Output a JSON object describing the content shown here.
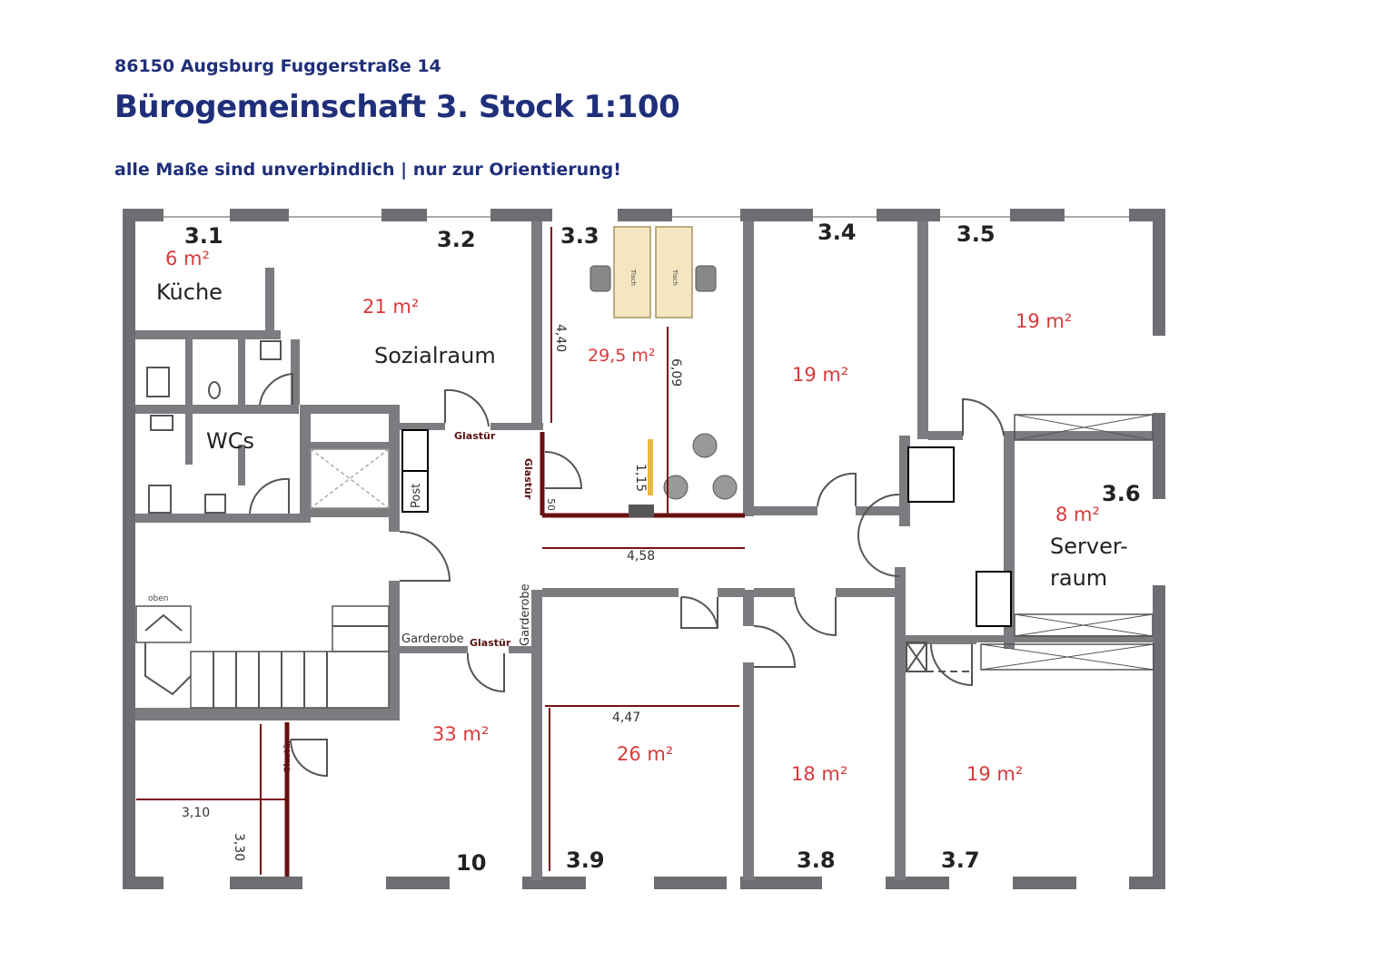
{
  "header": {
    "address": "86150 Augsburg Fuggerstraße 14",
    "title": "Bürogemeinschaft 3. Stock  1:100",
    "note": "alle Maße sind unverbindlich | nur zur Orientierung!"
  },
  "rooms": {
    "r31": {
      "label": "3.1",
      "area": "6 m²",
      "name": "Küche"
    },
    "r32": {
      "label": "3.2",
      "area": "21 m²",
      "name": "Sozialraum"
    },
    "r33": {
      "label": "3.3",
      "area": "29,5 m²"
    },
    "r34": {
      "label": "3.4",
      "area": "19 m²"
    },
    "r35": {
      "label": "3.5",
      "area": "19 m²"
    },
    "r36": {
      "label": "3.6",
      "area": "8 m²",
      "name_line1": "Server-",
      "name_line2": "raum"
    },
    "r37": {
      "label": "3.7",
      "area": "19 m²"
    },
    "r38": {
      "label": "3.8",
      "area": "18 m²"
    },
    "r39": {
      "label": "3.9",
      "area": "26 m²"
    },
    "r10": {
      "label": "10",
      "area": "33 m²"
    },
    "wc": {
      "name": "WCs"
    }
  },
  "labels": {
    "post": "Post",
    "garderobe_left": "Garderobe",
    "garderobe_vertical": "Garderobe",
    "glastuer": "Glastür",
    "oben": "oben",
    "tisch": "Tisch"
  },
  "dimensions": {
    "d440": "4,40",
    "d609": "6,09",
    "d115": "1,15",
    "d50": "50",
    "d458": "4,58",
    "d447": "4,47",
    "d310": "3,10",
    "d330": "3,30"
  },
  "colors": {
    "heading": "#1f2f7a",
    "area_text": "#d93a3a",
    "wall": "#6c6e72",
    "glass_wall": "#6a0f0f",
    "desk": "#f4e6c0"
  }
}
